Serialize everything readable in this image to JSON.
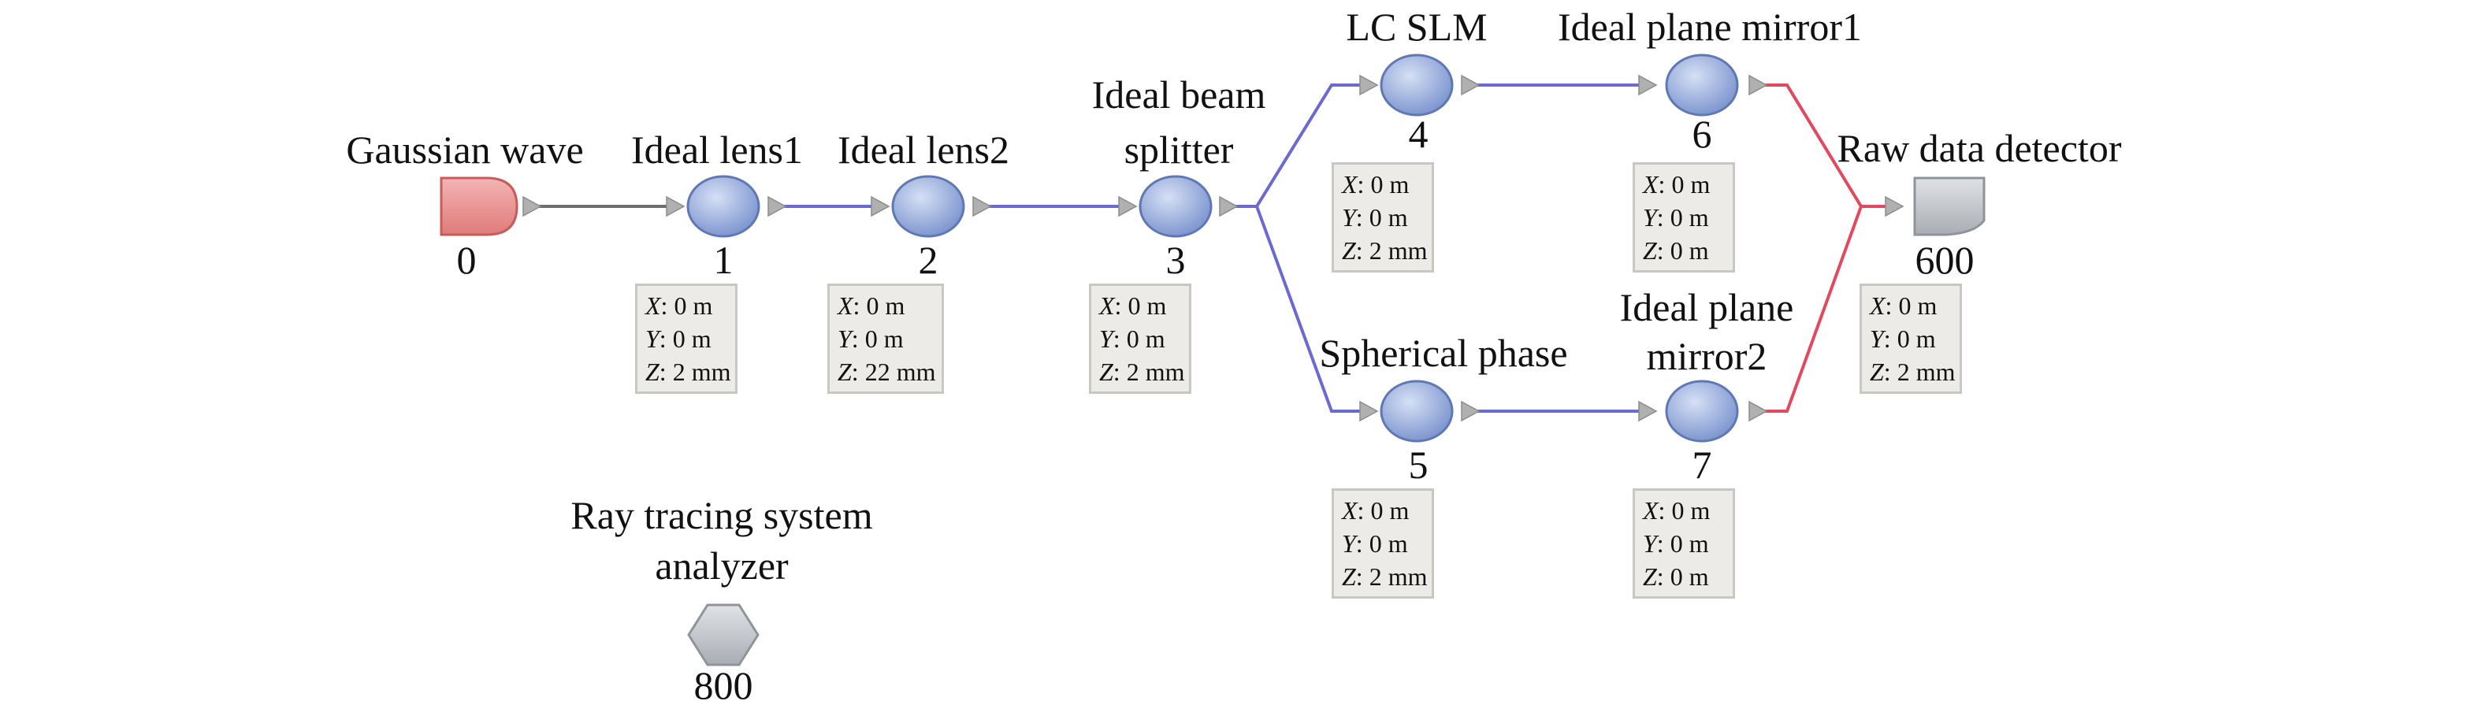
{
  "colors": {
    "source": "#e88c8c",
    "element": "#8fa8dc",
    "detector": "#b9bcc2",
    "analyzer": "#c2c5ca",
    "link_gray": "#6d6d6d",
    "link_blue": "#6a6ad0",
    "link_red": "#e2485e",
    "port": "#b0b0b0"
  },
  "components": {
    "gaussian": {
      "label": "Gaussian wave",
      "id": "0",
      "icon": "source-icon"
    },
    "lens1": {
      "label": "Ideal lens1",
      "id": "1",
      "pos": {
        "x": "0 m",
        "y": "0 m",
        "z": "2 mm"
      }
    },
    "lens2": {
      "label": "Ideal lens2",
      "id": "2",
      "pos": {
        "x": "0 m",
        "y": "0 m",
        "z": "22 mm"
      }
    },
    "splitter": {
      "label_line1": "Ideal beam",
      "label_line2": "splitter",
      "id": "3",
      "pos": {
        "x": "0 m",
        "y": "0 m",
        "z": "2 mm"
      }
    },
    "slm": {
      "label": "LC SLM",
      "id": "4",
      "pos": {
        "x": "0 m",
        "y": "0 m",
        "z": "2 mm"
      }
    },
    "spherical": {
      "label": "Spherical phase",
      "id": "5",
      "pos": {
        "x": "0 m",
        "y": "0 m",
        "z": "2 mm"
      }
    },
    "mirror1": {
      "label": "Ideal plane mirror1",
      "id": "6",
      "pos": {
        "x": "0 m",
        "y": "0 m",
        "z": "0 m"
      }
    },
    "mirror2": {
      "label_line1": "Ideal plane",
      "label_line2": "mirror2",
      "id": "7",
      "pos": {
        "x": "0 m",
        "y": "0 m",
        "z": "0 m"
      }
    },
    "detector": {
      "label": "Raw data detector",
      "id": "600",
      "pos": {
        "x": "0 m",
        "y": "0 m",
        "z": "2 mm"
      }
    },
    "analyzer": {
      "label_line1": "Ray tracing system",
      "label_line2": "analyzer",
      "id": "800"
    }
  },
  "axis_labels": {
    "x": "X",
    "y": "Y",
    "z": "Z"
  }
}
